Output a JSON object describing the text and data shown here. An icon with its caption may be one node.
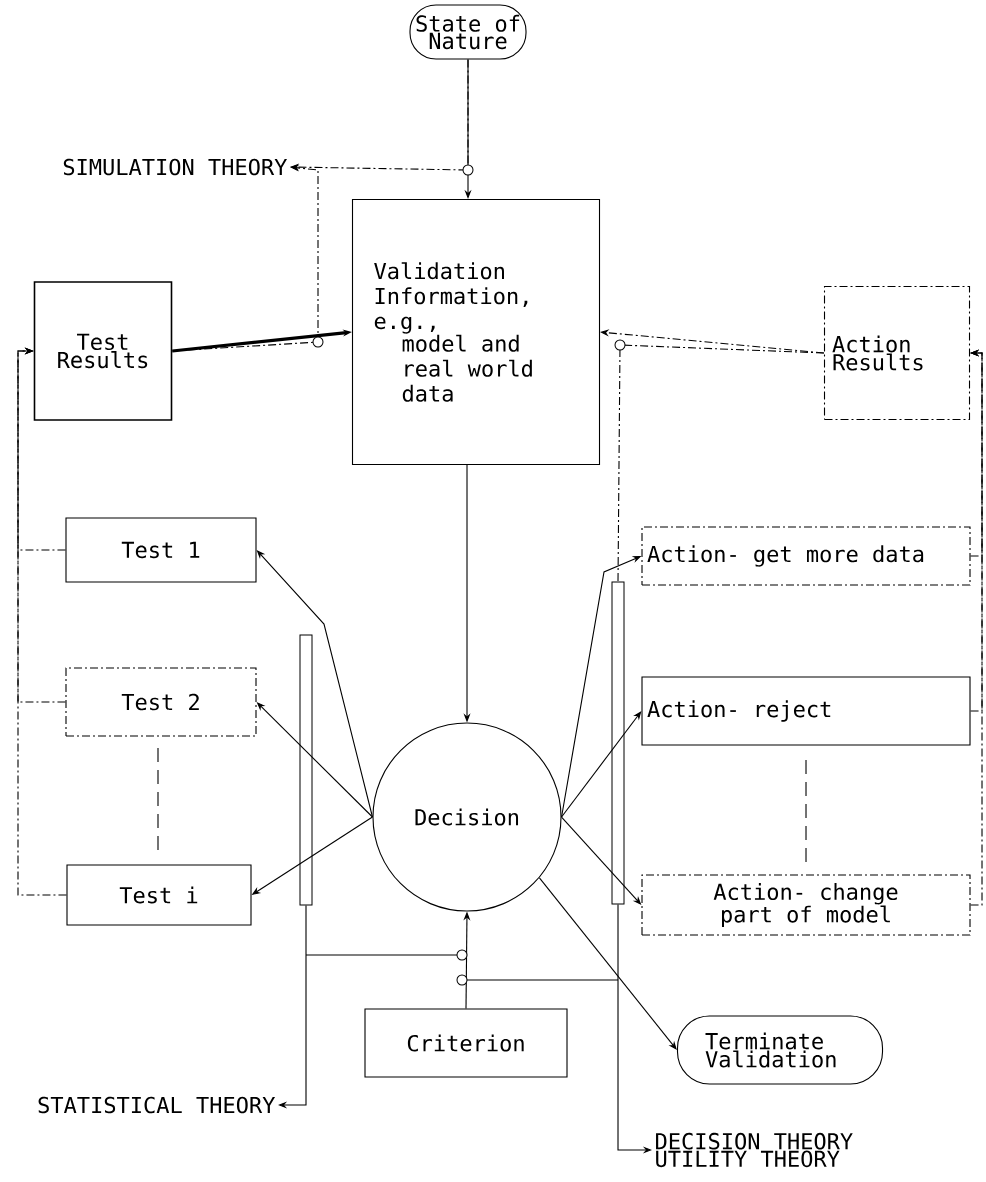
{
  "diagram": {
    "nodes": [
      {
        "text": [
          "State of Nature"
        ]
      },
      {
        "text": [
          "Validation Information, e.g.,",
          "model and real world data"
        ]
      },
      {
        "text": [
          "Test Results"
        ]
      },
      {
        "text": [
          "Action Results"
        ]
      },
      {
        "text": [
          "Test 1"
        ]
      },
      {
        "text": [
          "Test 2"
        ]
      },
      {
        "text": [
          "Test i"
        ]
      },
      {
        "text": [
          "Decision"
        ]
      },
      {
        "text": [
          "Action- get more data"
        ]
      },
      {
        "text": [
          "Action- reject"
        ]
      },
      {
        "text": [
          "Action- change part of model"
        ]
      },
      {
        "text": [
          "Criterion"
        ]
      },
      {
        "text": [
          "Terminate Validation"
        ]
      },
      {
        "text": [
          "SIMULATION THEORY"
        ]
      },
      {
        "text": [
          "STATISTICAL THEORY"
        ]
      },
      {
        "text": [
          "DECISION THEORY UTILITY THEORY"
        ]
      },
      {
        "text": [],
        "shape": "bar"
      },
      {
        "text": [],
        "shape": "bar"
      }
    ],
    "edges": [
      {
        "from": 0,
        "to": 1,
        "arrow": "to"
      },
      {
        "from": 2,
        "to": 1,
        "arrow": "to",
        "style": "thick"
      },
      {
        "from": 3,
        "to": 1,
        "arrow": "to",
        "style": "dashed"
      },
      {
        "from": 1,
        "to": 7,
        "arrow": "to"
      },
      {
        "from": 7,
        "to": 4,
        "arrow": "to"
      },
      {
        "from": 7,
        "to": 5,
        "arrow": "to"
      },
      {
        "from": 7,
        "to": 6,
        "arrow": "to"
      },
      {
        "from": 7,
        "to": 8,
        "arrow": "to"
      },
      {
        "from": 7,
        "to": 9,
        "arrow": "to"
      },
      {
        "from": 7,
        "to": 10,
        "arrow": "to"
      },
      {
        "from": 7,
        "to": 12,
        "arrow": "to"
      },
      {
        "from": 11,
        "to": 7,
        "arrow": "to"
      },
      {
        "from": 4,
        "to": 2,
        "arrow": "to",
        "style": "dashed"
      },
      {
        "from": 5,
        "to": 2,
        "arrow": "to",
        "style": "dashed"
      },
      {
        "from": 6,
        "to": 2,
        "arrow": "to",
        "style": "dashed"
      },
      {
        "from": 8,
        "to": 3,
        "arrow": "to",
        "style": "dashed"
      },
      {
        "from": 9,
        "to": 3,
        "arrow": "to",
        "style": "dashed"
      },
      {
        "from": 10,
        "to": 3,
        "arrow": "to",
        "style": "dashed"
      },
      {
        "from": 0,
        "to": 13,
        "arrow": "to",
        "style": "dashed"
      },
      {
        "from": 16,
        "to": 14,
        "arrow": "to"
      },
      {
        "from": 17,
        "to": 15,
        "arrow": "to"
      },
      {
        "from": 3,
        "to": 17,
        "arrow": "none",
        "style": "dashed"
      },
      {
        "from": 2,
        "to": 13,
        "arrow": "to",
        "style": "dashed"
      }
    ]
  }
}
